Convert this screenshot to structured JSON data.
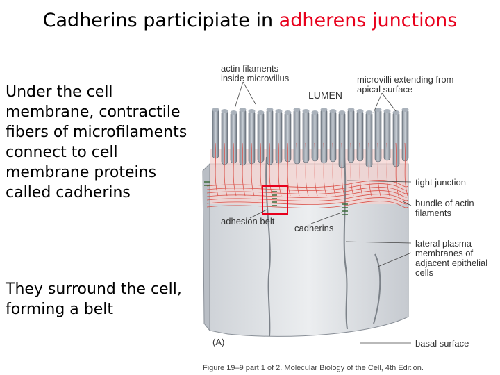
{
  "slide": {
    "title_prefix": "Cadherins participiate in ",
    "title_highlight": "adherens junctions",
    "highlight_color": "#e8001c",
    "bullets": [
      "Under the cell membrane, contractile fibers of microfilaments connect to cell membrane proteins called cadherins",
      "They surround the cell, forming a belt"
    ]
  },
  "figure": {
    "labels": {
      "actin_filaments": "actin filaments inside microvillus",
      "microvilli": "microvilli extending from apical surface",
      "lumen": "LUMEN",
      "tight_junction": "tight junction",
      "bundle": "bundle of actin filaments",
      "adhesion_belt": "adhesion belt",
      "cadherins": "cadherins",
      "lateral": "lateral plasma membranes of adjacent epithelial cells",
      "panel": "(A)",
      "basal": "basal surface"
    },
    "caption": "Figure 19–9 part 1 of 2. Molecular Biology of the Cell, 4th Edition."
  }
}
